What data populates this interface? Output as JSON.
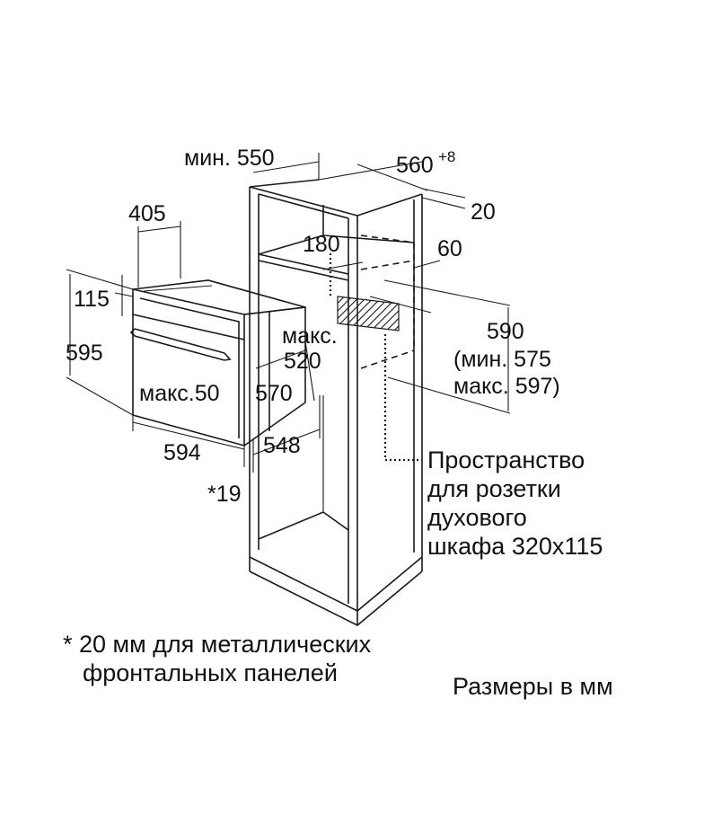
{
  "diagram": {
    "dimensions": {
      "min_550": "мин. 550",
      "d560": "560",
      "d560_sup": "+8",
      "d20": "20",
      "d405": "405",
      "d180": "180",
      "d60": "60",
      "d115": "115",
      "d595": "595",
      "maks": "макс.",
      "d520": "520",
      "d590": "590",
      "min575": "(мин. 575",
      "maks597": "макс. 597)",
      "maks50": "макс.50",
      "d570": "570",
      "d594": "594",
      "d548": "548",
      "star19": "*19"
    },
    "socket_label": [
      "Пространство",
      "для розетки",
      "духового",
      "шкафа 320x115"
    ],
    "footnote": [
      "* 20 мм для металлических",
      "фронтальных панелей"
    ],
    "units_note": "Размеры в мм"
  }
}
